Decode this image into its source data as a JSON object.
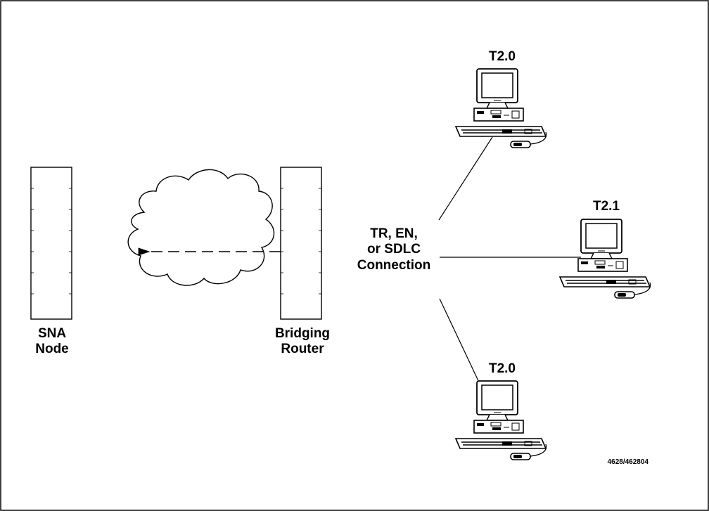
{
  "nodes": {
    "sna_node": {
      "label": "SNA\nNode"
    },
    "bridging_router": {
      "label": "Bridging\nRouter"
    }
  },
  "connection": {
    "label": "TR, EN,\nor SDLC\nConnection"
  },
  "workstations": [
    {
      "label": "T2.0"
    },
    {
      "label": "T2.1"
    },
    {
      "label": "T2.0"
    }
  ],
  "figure_id": "4628/462804",
  "colors": {
    "ink": "#000000",
    "background": "#ffffff",
    "screen_fill": "#ffffff"
  }
}
